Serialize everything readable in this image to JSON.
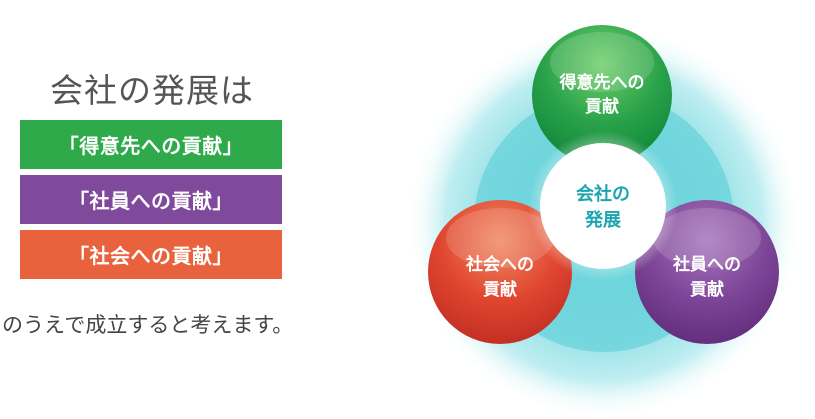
{
  "left": {
    "heading": "会社の発展は",
    "bars": [
      {
        "label": "「得意先への貢献」",
        "color": "#2faa4a"
      },
      {
        "label": "「社員への貢献」",
        "color": "#7f4a9c"
      },
      {
        "label": "「社会への貢献」",
        "color": "#e8623e"
      }
    ],
    "footer": "のうえで成立すると考えます。"
  },
  "diagram": {
    "center": {
      "line1": "会社の",
      "line2": "発展",
      "text_color": "#1aa6b0"
    },
    "circles": [
      {
        "name": "customers",
        "line1": "得意先への",
        "line2": "貢献",
        "color": "#2aa24a"
      },
      {
        "name": "society",
        "line1": "社会への",
        "line2": "貢献",
        "color": "#e0452f"
      },
      {
        "name": "employees",
        "line1": "社員への",
        "line2": "貢献",
        "color": "#7d4597"
      }
    ],
    "glow_color": "#7fd9e0"
  }
}
